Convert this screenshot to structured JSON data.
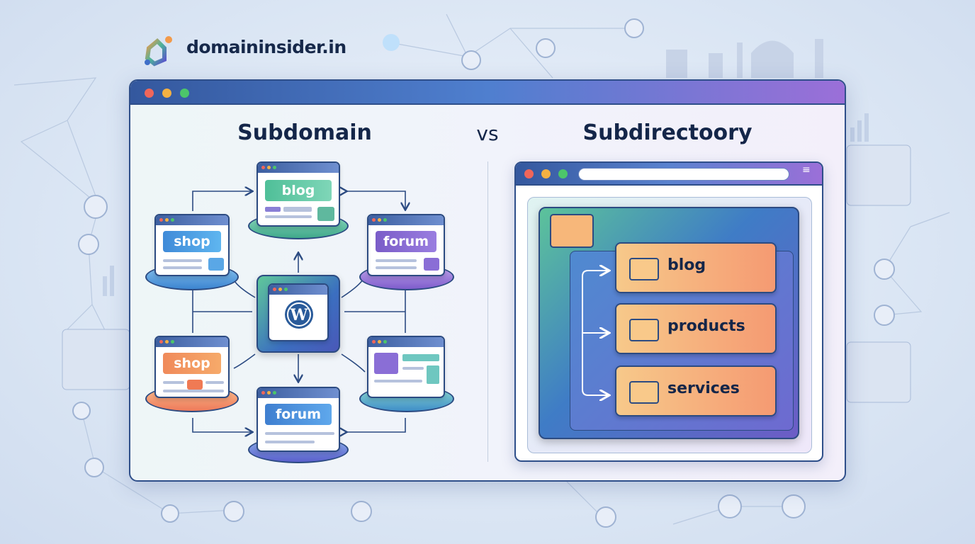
{
  "brand": {
    "name": "domaininsider.in"
  },
  "header": {
    "left_title": "Subdomain",
    "vs": "vs",
    "right_title": "Subdirectoory"
  },
  "subdomain": {
    "sites": [
      "blog",
      "shop",
      "forum",
      "shop",
      "forum"
    ],
    "center_icon": "wordpress-icon"
  },
  "subdirectory": {
    "folders": [
      "blog",
      "products",
      "services"
    ]
  },
  "colors": {
    "window_bar_start": "#34589e",
    "window_bar_end": "#9b6fd8",
    "title": "#142649",
    "folder_orange": "#f59a72"
  }
}
